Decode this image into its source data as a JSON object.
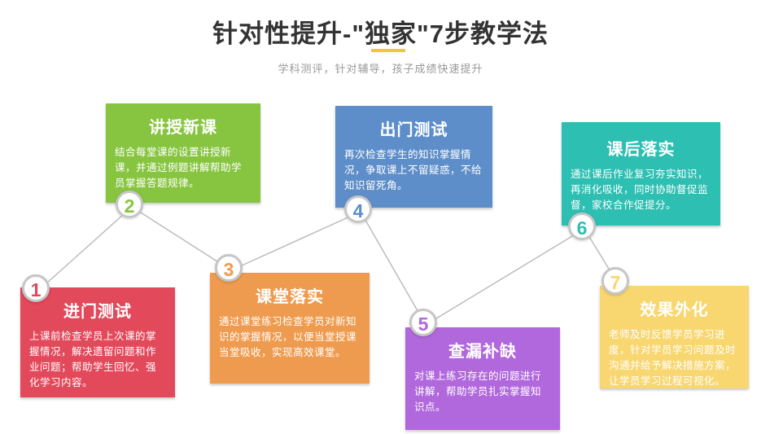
{
  "header": {
    "title": "针对性提升-\"独家\"7步教学法",
    "subtitle": "学科测评，针对辅导，孩子成绩快速提升",
    "accent_color": "#f2c63c"
  },
  "diagram": {
    "connector_color": "#bcbcbc",
    "circle_border_color": "#c6c6c6"
  },
  "steps": [
    {
      "num": "1",
      "title": "进门测试",
      "color": "#e2495b",
      "desc": "上课前检查学员上次课的掌握情况，解决遗留问题和作业问题；帮助学生回忆、强化学习内容。"
    },
    {
      "num": "2",
      "title": "讲授新课",
      "color": "#87c540",
      "desc": "结合每堂课的设置讲授新课，并通过例题讲解帮助学员掌握答题规律。"
    },
    {
      "num": "3",
      "title": "课堂落实",
      "color": "#ef9b4f",
      "desc": "通过课堂练习检查学员对新知识的掌握情况，以便当堂授课当堂吸收，实现高效课堂。"
    },
    {
      "num": "4",
      "title": "出门测试",
      "color": "#5e8ec9",
      "desc": "再次检查学生的知识掌握情况，争取课上不留疑惑，不给知识留死角。"
    },
    {
      "num": "5",
      "title": "查漏补缺",
      "color": "#b168dc",
      "desc": "对课上练习存在的问题进行讲解，帮助学员扎实掌握知识点。"
    },
    {
      "num": "6",
      "title": "课后落实",
      "color": "#2ebfb3",
      "desc": "通过课后作业复习夯实知识，再消化吸收，同时协助督促监督，家校合作促提分。"
    },
    {
      "num": "7",
      "title": "效果外化",
      "color": "#f8d771",
      "desc": "老师及时反馈学员学习进度，针对学员学习问题及时沟通并给予解决措施方案，让学员学习过程可视化。"
    }
  ]
}
